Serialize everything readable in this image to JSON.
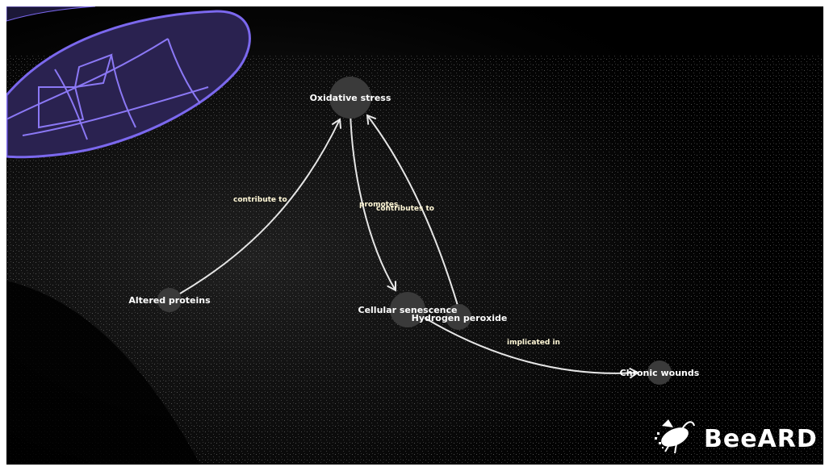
{
  "colors": {
    "background": "#000000",
    "node_fill": "#3a3a3a",
    "edge": "#e6e6e6",
    "node_text": "#ffffff",
    "edge_text": "#fff7d6",
    "wing": "#7b68ee"
  },
  "nodes": [
    {
      "id": "oxidative",
      "label": "Oxidative stress"
    },
    {
      "id": "altered",
      "label": "Altered proteins"
    },
    {
      "id": "senescence",
      "label": "Cellular senescence"
    },
    {
      "id": "peroxide",
      "label": "Hydrogen peroxide"
    },
    {
      "id": "wounds",
      "label": "Chronic wounds"
    }
  ],
  "edges": [
    {
      "from": "altered",
      "to": "oxidative",
      "label": "contribute to"
    },
    {
      "from": "oxidative",
      "to": "senescence",
      "label": "promotes"
    },
    {
      "from": "peroxide",
      "to": "oxidative",
      "label": "contributes to"
    },
    {
      "from": "senescence",
      "to": "wounds",
      "label": "implicated in"
    }
  ],
  "logo": {
    "text": "BeeARD",
    "icon": "bee-icon"
  },
  "decor": {
    "wing": "bee-wing-illustration"
  }
}
